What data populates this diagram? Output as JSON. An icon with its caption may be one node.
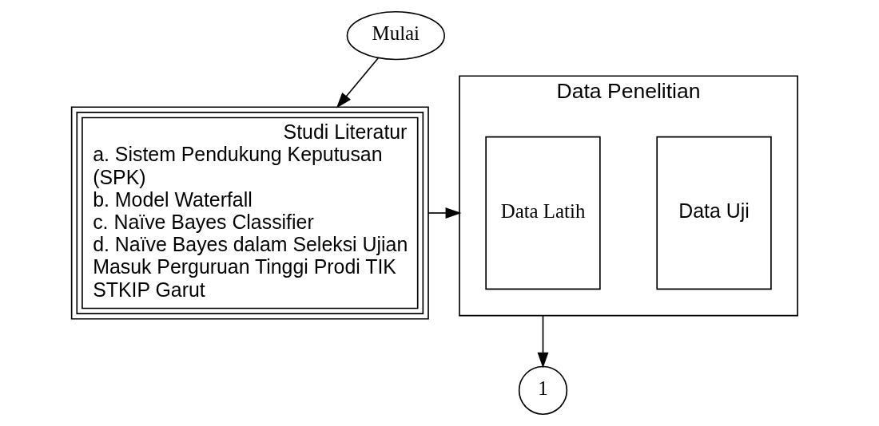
{
  "diagram": {
    "nodes": [
      {
        "text": [
          "Mulai"
        ]
      },
      {
        "text": [
          "Studi Literatur",
          "a. Sistem Pendukung Keputusan (SPK)",
          "b. Model Waterfall",
          "c. Naïve Bayes Classifier",
          "d. Naïve Bayes dalam Seleksi Ujian Masuk Perguruan Tinggi Prodi TIK STKIP Garut"
        ]
      },
      {
        "text": [
          "Data Penelitian"
        ]
      },
      {
        "text": [
          "Data Latih"
        ],
        "in": 2
      },
      {
        "text": [
          "Data Uji"
        ],
        "in": 2
      },
      {
        "text": [
          "1"
        ]
      }
    ],
    "edges": [
      {
        "from": 0,
        "to": 1,
        "arrow": "to"
      },
      {
        "from": 1,
        "to": 2,
        "arrow": "to"
      },
      {
        "from": 2,
        "to": 5,
        "arrow": "to"
      }
    ]
  }
}
